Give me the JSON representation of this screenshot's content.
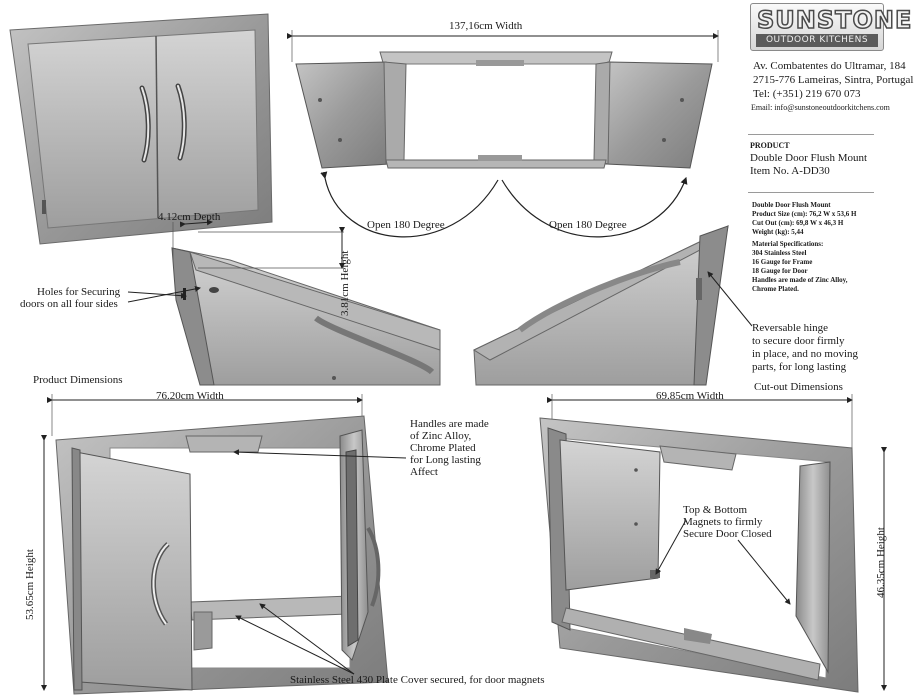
{
  "brand": {
    "logo_text": "SUNSTONE",
    "logo_sub": "OUTDOOR KITCHENS",
    "address1": "Av. Combatentes do Ultramar, 184",
    "address2": "2715-776 Lameiras, Sintra, Portugal",
    "phone": "Tel: (+351) 219 670 073",
    "email": "Email: info@sunstoneoutdoorkitchens.com",
    "accent": "#5b5b5b"
  },
  "product": {
    "heading": "PRODUCT",
    "name": "Double Door Flush Mount",
    "item": "Item No. A-DD30"
  },
  "specs": {
    "title": "Double Door Flush Mount",
    "size": "Product Size (cm): 76,2 W x 53,6 H",
    "cutout": "Cut Out (cm): 69,8 W x 46,3 H",
    "weight": "Weight (kg): 5,44",
    "material_heading": "Material Specifications:",
    "m1": "304 Stainless Steel",
    "m2": "16 Gauge for Frame",
    "m3": "18 Gauge for Door",
    "m4": "Handles are made of Zinc Alloy,",
    "m5": "Chrome Plated."
  },
  "top": {
    "width_label": "137,16cm  Width",
    "open_left": "Open 180 Degree",
    "open_right": "Open 180 Degree"
  },
  "detail": {
    "depth": "4.12cm  Depth",
    "height": "3.81cm  Height",
    "holes1": "Holes for Securing",
    "holes2": "doors on all four sides",
    "hinge1": "Reversable hinge",
    "hinge2": "to secure door firmly",
    "hinge3": "in place, and no moving",
    "hinge4": "parts, for long lasting"
  },
  "product_dims": {
    "title": "Product Dimensions",
    "width": "76.20cm  Width",
    "height": "53.65cm  Height",
    "handles1": "Handles are made",
    "handles2": "of Zinc Alloy,",
    "handles3": "Chrome Plated",
    "handles4": "for Long lasting",
    "handles5": "Affect",
    "plate": "Stainless Steel 430 Plate Cover secured, for door magnets"
  },
  "cutout_dims": {
    "title": "Cut-out Dimensions",
    "width": "69.85cm  Width",
    "height": "46.35cm  Height",
    "magnets1": "Top & Bottom",
    "magnets2": "Magnets to firmly",
    "magnets3": "Secure Door Closed"
  }
}
